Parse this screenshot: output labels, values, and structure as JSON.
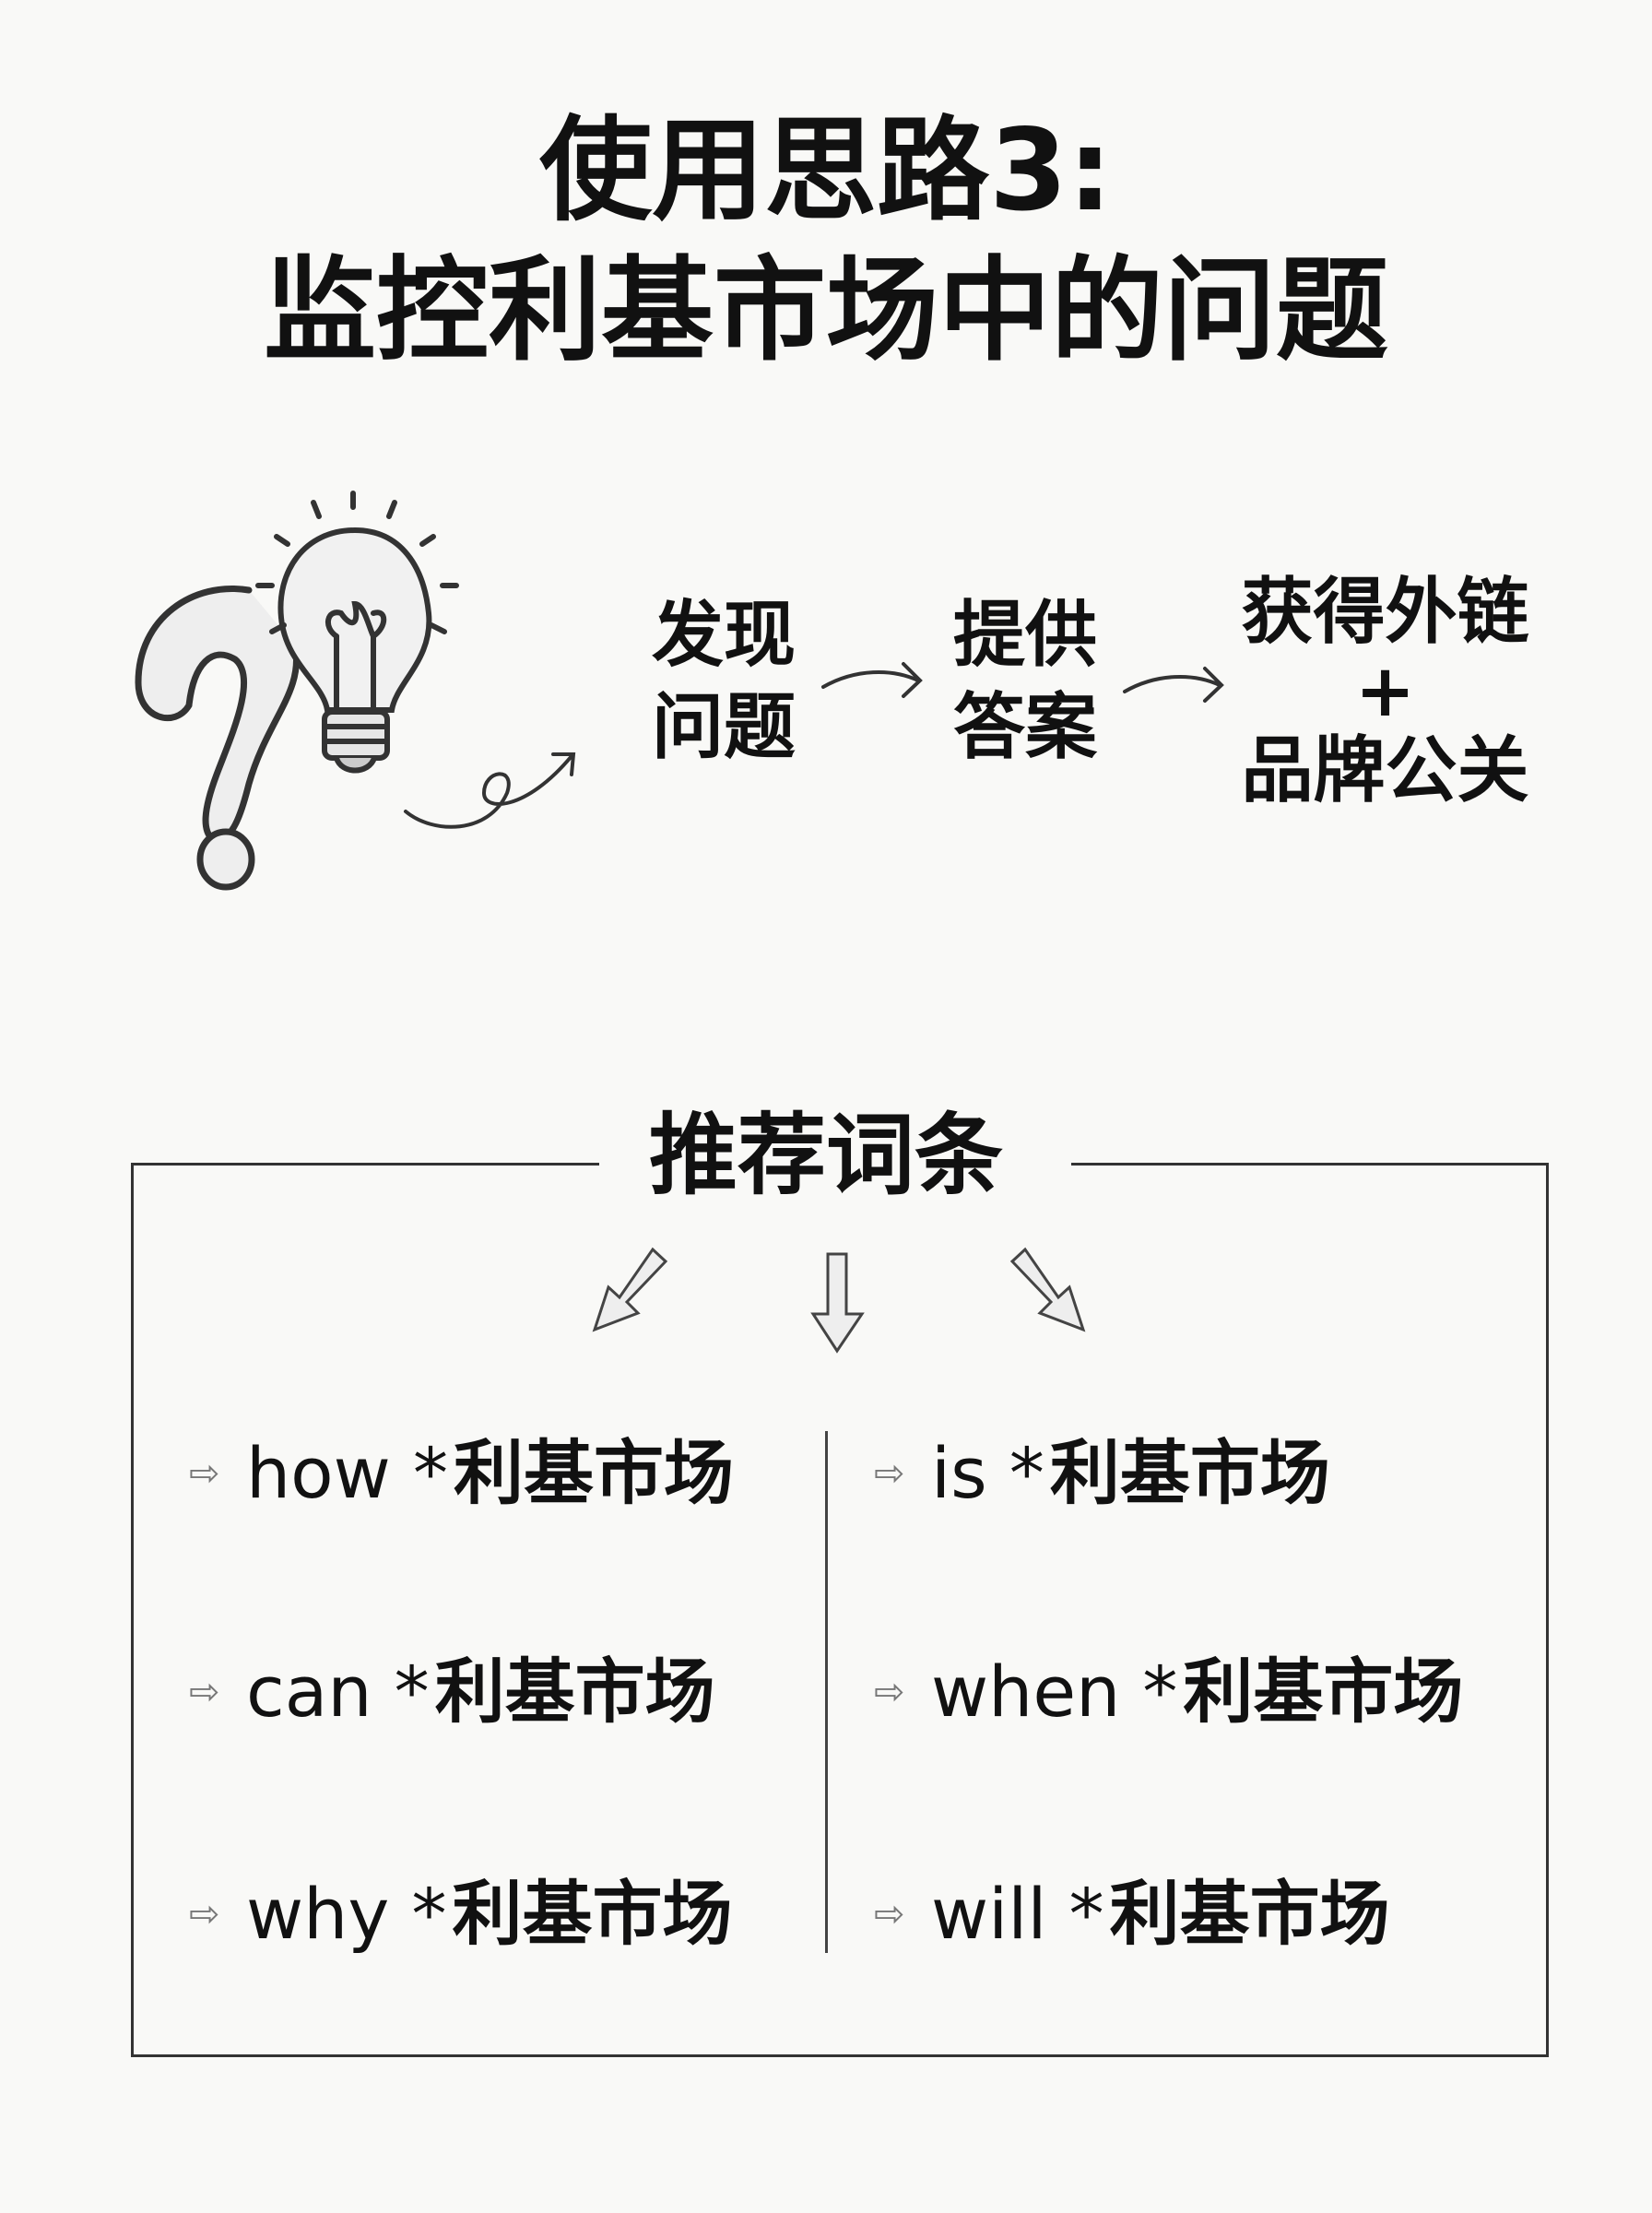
{
  "title": {
    "line1": "使用思路3:",
    "line2": "监控利基市场中的问题"
  },
  "flow": {
    "step1": {
      "line1": "发现",
      "line2": "问题"
    },
    "step2": {
      "line1": "提供",
      "line2": "答案"
    },
    "step3": {
      "line1": "获得外链",
      "plus": "+",
      "line2": "品牌公关"
    }
  },
  "recommend": {
    "heading": "推荐词条",
    "left": [
      {
        "kw": "how *",
        "cn": "利基市场"
      },
      {
        "kw": "can *",
        "cn": "利基市场"
      },
      {
        "kw": "why *",
        "cn": "利基市场"
      }
    ],
    "right": [
      {
        "kw": "is *",
        "cn": "利基市场"
      },
      {
        "kw": "when *",
        "cn": "利基市场"
      },
      {
        "kw": "will *",
        "cn": "利基市场"
      }
    ],
    "bullet": "⇨"
  }
}
